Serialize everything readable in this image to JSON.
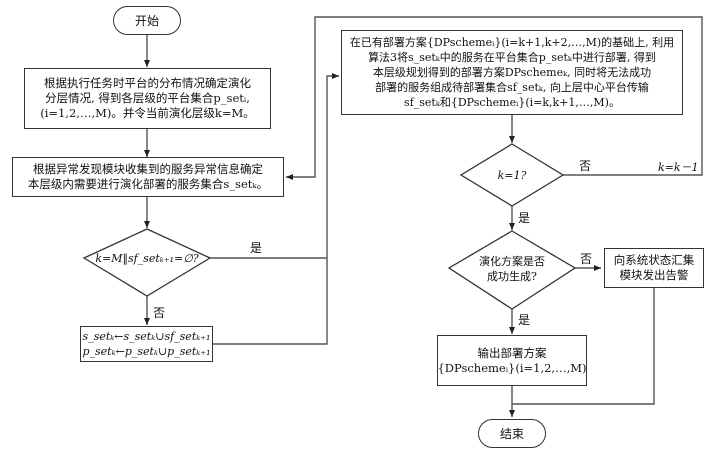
{
  "flowchart": {
    "start": "开始",
    "end": "结束",
    "step1": {
      "lines": [
        "根据执行任务时平台的分布情况确定演化",
        "分层情况, 得到各层级的平台集合p_setᵢ,",
        "(i=1,2,…,M)。并令当前演化层级k=M。"
      ]
    },
    "step2": {
      "lines": [
        "根据异常发现模块收集到的服务异常信息确定",
        "本层级内需要进行演化部署的服务集合s_setₖ。"
      ]
    },
    "decision1": {
      "text": "k=M‖sf_setₖ₊₁=∅?",
      "yes": "是",
      "no": "否"
    },
    "step3": {
      "lines": [
        "s_setₖ←s_setₖ∪sf_setₖ₊₁",
        "p_setₖ←p_setₖ∪p_setₖ₊₁"
      ]
    },
    "step4": {
      "lines": [
        "在已有部署方案{DPschemeᵢ}(i=k+1,k+2,…,M)的基础上, 利用",
        "算法3将s_setₖ中的服务在平台集合p_setₖ中进行部署, 得到",
        "本层级规划得到的部署方案DPschemeₖ, 同时将无法成功",
        "部署的服务组成待部署集合sf_setₖ, 向上层中心平台传输",
        "sf_setₖ和{DPschemeᵢ}(i=k,k+1,…,M)。"
      ]
    },
    "decision2": {
      "text": "k=1?",
      "yes": "是",
      "no": "否",
      "loop_label": "k=k－1"
    },
    "decision3": {
      "lines": [
        "演化方案是否",
        "成功生成?"
      ],
      "yes": "是",
      "no": "否"
    },
    "alert": {
      "lines": [
        "向系统状态汇集",
        "模块发出告警"
      ]
    },
    "output": {
      "lines": [
        "输出部署方案",
        "{DPschemeᵢ}(i=1,2,…,M)"
      ]
    }
  }
}
